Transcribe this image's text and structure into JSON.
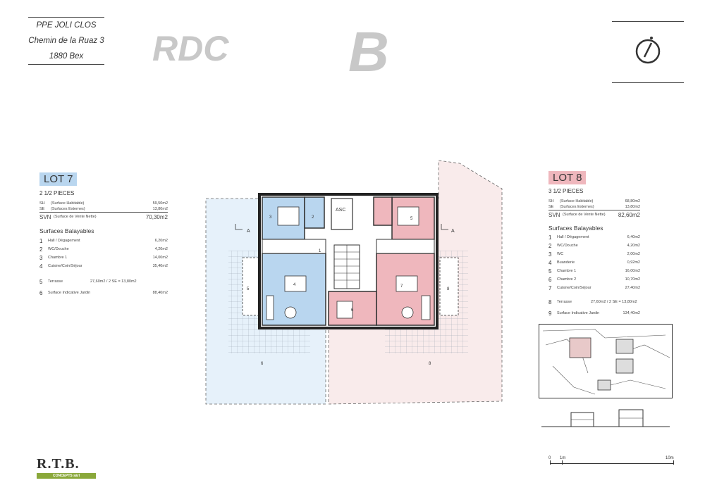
{
  "address": {
    "line1": "PPE JOLI CLOS",
    "line2": "Chemin de la Ruaz 3",
    "line3": "1880 Bex"
  },
  "level": "RDC",
  "building": "B",
  "lot7": {
    "title": "LOT 7",
    "pieces": "2 1/2 PIECES",
    "sh_label": "SH",
    "sh_desc": "(Surface Habitable)",
    "sh_val": "59,50m2",
    "se_label": "SE",
    "se_desc": "(Surfaces Externes)",
    "se_val": "13,80m2",
    "svn_label": "SVN",
    "svn_desc": "(Surface de Vente Nette)",
    "svn_val": "70,30m2",
    "surfaces_title": "Surfaces Balayables",
    "rooms": [
      {
        "n": "1",
        "label": "Hall / Dégagement",
        "value": "6,20m2"
      },
      {
        "n": "2",
        "label": "WC/Douche",
        "value": "4,20m2"
      },
      {
        "n": "3",
        "label": "Chambre 1",
        "value": "14,00m2"
      },
      {
        "n": "4",
        "label": "Cuisine/Coin/Séjour",
        "value": "35,40m2"
      }
    ],
    "terrasse": {
      "n": "5",
      "label": "Terrasse",
      "value": "27,60m2 / 2     SE = 13,80m2"
    },
    "jardin": {
      "n": "6",
      "label": "Surface Indicative Jardin",
      "value": "88,40m2"
    }
  },
  "lot8": {
    "title": "LOT 8",
    "pieces": "3 1/2 PIECES",
    "sh_label": "SH",
    "sh_desc": "(Surface Habitable)",
    "sh_val": "68,80m2",
    "se_label": "SE",
    "se_desc": "(Surfaces Externes)",
    "se_val": "13,80m2",
    "svn_label": "SVN",
    "svn_desc": "(Surface de Vente Nette)",
    "svn_val": "82,60m2",
    "surfaces_title": "Surfaces Balayables",
    "rooms": [
      {
        "n": "1",
        "label": "Hall / Dégagement",
        "value": "6,40m2"
      },
      {
        "n": "2",
        "label": "WC/Douche",
        "value": "4,20m2"
      },
      {
        "n": "3",
        "label": "WC",
        "value": "2,00m2"
      },
      {
        "n": "4",
        "label": "Buanderie",
        "value": "0,92m2"
      },
      {
        "n": "5",
        "label": "Chambre 1",
        "value": "16,00m2"
      },
      {
        "n": "6",
        "label": "Chambre 2",
        "value": "10,70m2"
      },
      {
        "n": "7",
        "label": "Cuisine/Coin/Séjour",
        "value": "27,40m2"
      }
    ],
    "terrasse": {
      "n": "8",
      "label": "Terrasse",
      "value": "27,60m2 / 2     SE = 13,80m2"
    },
    "jardin": {
      "n": "9",
      "label": "Surface Indicative Jardin",
      "value": "134,40m2"
    }
  },
  "plan": {
    "asc": "ASC",
    "section_mark": "A",
    "room_numbers": {
      "r3": "3",
      "r2": "2",
      "r1": "1",
      "r4": "4",
      "r5b": "5",
      "r6": "6",
      "r7": "7",
      "r8b": "8",
      "r5": "5",
      "r6g": "6",
      "r8g": "8"
    }
  },
  "scale": {
    "zero": "0",
    "one": "1m",
    "ten": "10m"
  },
  "logo": {
    "text": "R.T.B.",
    "tag": "CONCEPTS sàrl"
  },
  "colors": {
    "lot7": "#b9d6ef",
    "lot8": "#efb7bd",
    "lot7_garden": "#e6f1fa",
    "lot8_garden": "#f9ebeb"
  }
}
